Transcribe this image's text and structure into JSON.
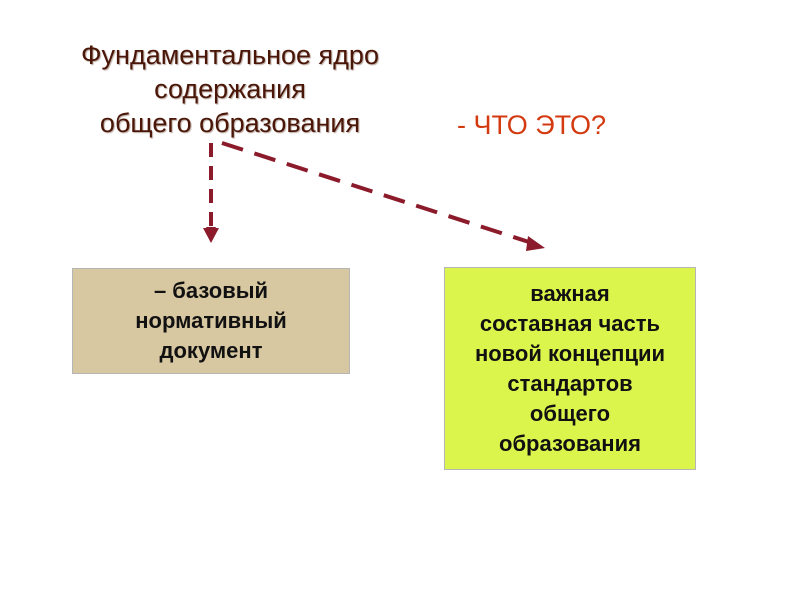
{
  "title": {
    "lines": [
      "Фундаментальное ядро",
      "содержания",
      "общего образования"
    ]
  },
  "question": "- ЧТО ЭТО?",
  "boxes": {
    "left": {
      "lines": [
        "– базовый",
        "нормативный",
        "документ"
      ],
      "color": "#d8c8a2"
    },
    "right": {
      "lines": [
        "важная",
        "составная часть",
        "новой концепции",
        "стандартов",
        "общего",
        "образования"
      ],
      "color": "#dcf54c"
    }
  },
  "colors": {
    "title": "#4a1608",
    "question": "#d43a10",
    "arrow": "#8b1a2a"
  }
}
